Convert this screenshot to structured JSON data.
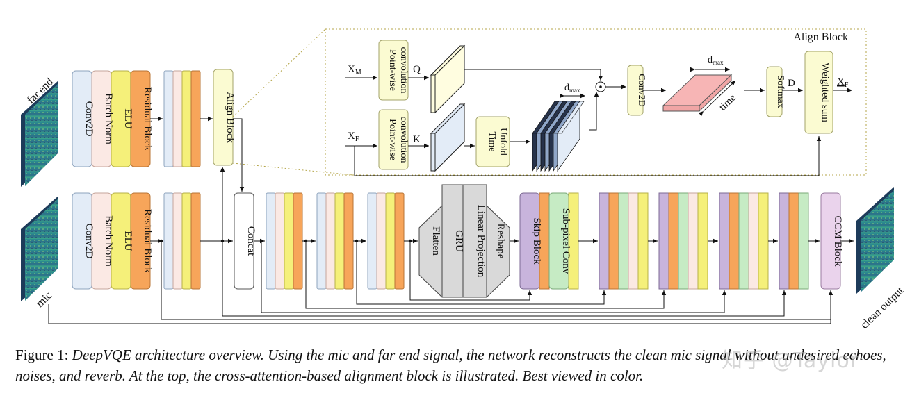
{
  "inputs": {
    "far_end": "far end",
    "mic": "mic",
    "output": "clean output"
  },
  "encoder": {
    "conv": "Conv2D",
    "bn": "Batch Norm",
    "elu": "ELU",
    "res": "Residual Block"
  },
  "align_block_small": "Align Block",
  "concat": "Concat",
  "bottleneck": {
    "flatten": "Flatten",
    "gru": "GRU",
    "linear": "Linear Projection",
    "reshape": "Reshape"
  },
  "decoder": {
    "skip": "Skip Block",
    "subpixel": "Sub-pixel Conv",
    "ccm": "CCM Block"
  },
  "align": {
    "title": "Align Block",
    "pw1": [
      "Point-wise",
      "convolution"
    ],
    "pw2": [
      "Point-wise",
      "convolution"
    ],
    "xm": "X",
    "xm_sub": "M",
    "xf": "X",
    "xf_sub": "F",
    "q": "Q",
    "k": "K",
    "unfold": [
      "Time",
      "Unfold"
    ],
    "dmax": "d",
    "dmax_sub": "max",
    "dmax2": "d",
    "dmax2_sub": "max",
    "dot": "⊙",
    "conv": "Conv2D",
    "time": "time",
    "softmax": "Softmax",
    "d": "D",
    "wsum": "Weighted sum",
    "out": "X",
    "out_sub": "F"
  },
  "caption": {
    "label": "Figure 1:",
    "text": "DeepVQE architecture overview. Using the mic and far end signal, the network reconstructs the clean mic signal without undesired echoes, noises, and reverb. At the top, the cross-attention-based alignment block is illustrated. Best viewed in color."
  },
  "watermark": "知乎 @Taylor",
  "colors": {
    "conv": "#e3ecf7",
    "bn": "#fbe9e4",
    "elu": "#f5f07a",
    "res": "#f7a55a",
    "align": "#fbfbd2",
    "skip": "#c8b4dc",
    "subpixel": "#c6ebc4",
    "ccm": "#ead3ec",
    "gru": "#d9d9d9",
    "attn": "#f7b5b5"
  }
}
